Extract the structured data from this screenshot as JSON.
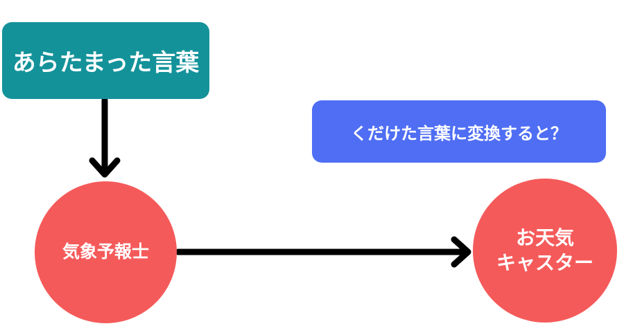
{
  "diagram": {
    "formal_words_label": "あらたまった言葉",
    "question_label": "くだけた言葉に変換すると？",
    "forecaster_label": "気象予報士",
    "caster_line1": "お天気",
    "caster_line2": "キャスター"
  },
  "colors": {
    "teal_box": "#14929a",
    "blue_box": "#4f6ef4",
    "red_circle": "#f55a5a",
    "arrow": "#000000"
  }
}
